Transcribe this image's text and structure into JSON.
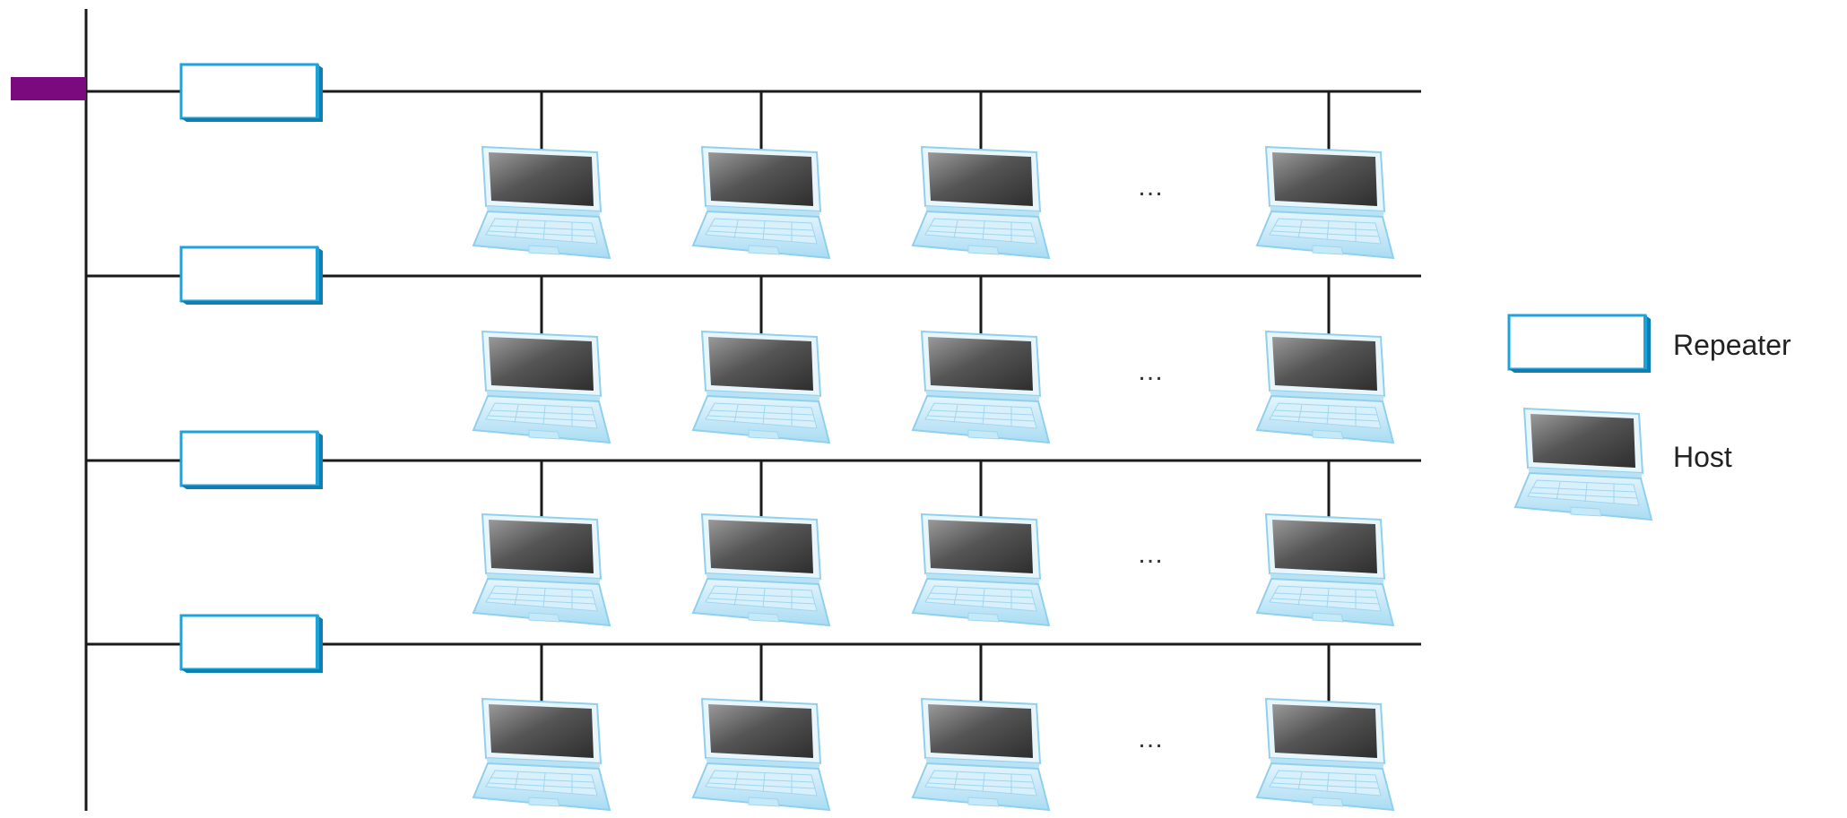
{
  "colors": {
    "line": "#1a1a1a",
    "repeater_border": "#1ba3dc",
    "repeater_shadow": "#0d7fb3",
    "backbone_stub": "#7b0a7e",
    "screen_dark": "#3c3c3c",
    "screen_light": "#9a9a9a",
    "laptop_frame": "#cfeaf6",
    "keyboard": "#bfe3f5"
  },
  "icons": {
    "repeater": "repeater-icon",
    "host": "host-laptop-icon",
    "ellipsis": "ellipsis-icon"
  },
  "segments": [
    {
      "hosts": 4,
      "ellipsis": "…"
    },
    {
      "hosts": 4,
      "ellipsis": "…"
    },
    {
      "hosts": 4,
      "ellipsis": "…"
    },
    {
      "hosts": 4,
      "ellipsis": "…"
    }
  ],
  "legend": {
    "repeater_label": "Repeater",
    "host_label": "Host"
  }
}
